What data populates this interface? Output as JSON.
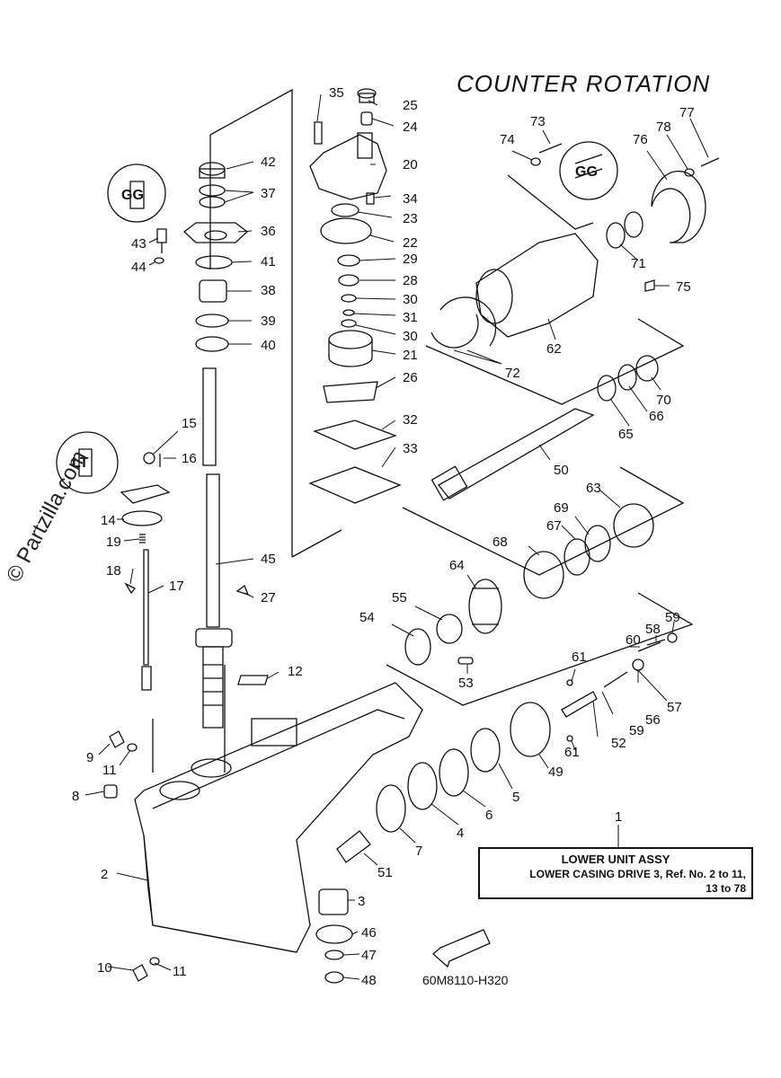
{
  "title": "COUNTER ROTATION",
  "drawing_code": "60M8110-H320",
  "assembly_box": {
    "ref_number": "1",
    "line1": "LOWER UNIT ASSY",
    "line2": "LOWER CASING DRIVE 3,  Ref. No. 2 to 11,",
    "line3": "13 to 78"
  },
  "watermark": "© Partzilla.com",
  "fwd_label": "FWD",
  "callouts": [
    "35",
    "25",
    "24",
    "20",
    "34",
    "23",
    "22",
    "29",
    "28",
    "30",
    "31",
    "30",
    "21",
    "26",
    "32",
    "33",
    "73",
    "74",
    "77",
    "78",
    "76",
    "71",
    "75",
    "62",
    "72",
    "70",
    "66",
    "65",
    "50",
    "63",
    "69",
    "67",
    "68",
    "64",
    "55",
    "54",
    "53",
    "59",
    "58",
    "60",
    "57",
    "56",
    "59",
    "52",
    "61",
    "61",
    "49",
    "5",
    "6",
    "4",
    "7",
    "51",
    "3",
    "46",
    "47",
    "48",
    "42",
    "37",
    "36",
    "43",
    "44",
    "41",
    "38",
    "39",
    "40",
    "15",
    "16",
    "14",
    "19",
    "18",
    "17",
    "45",
    "27",
    "12",
    "9",
    "11",
    "8",
    "2",
    "10",
    "11"
  ]
}
